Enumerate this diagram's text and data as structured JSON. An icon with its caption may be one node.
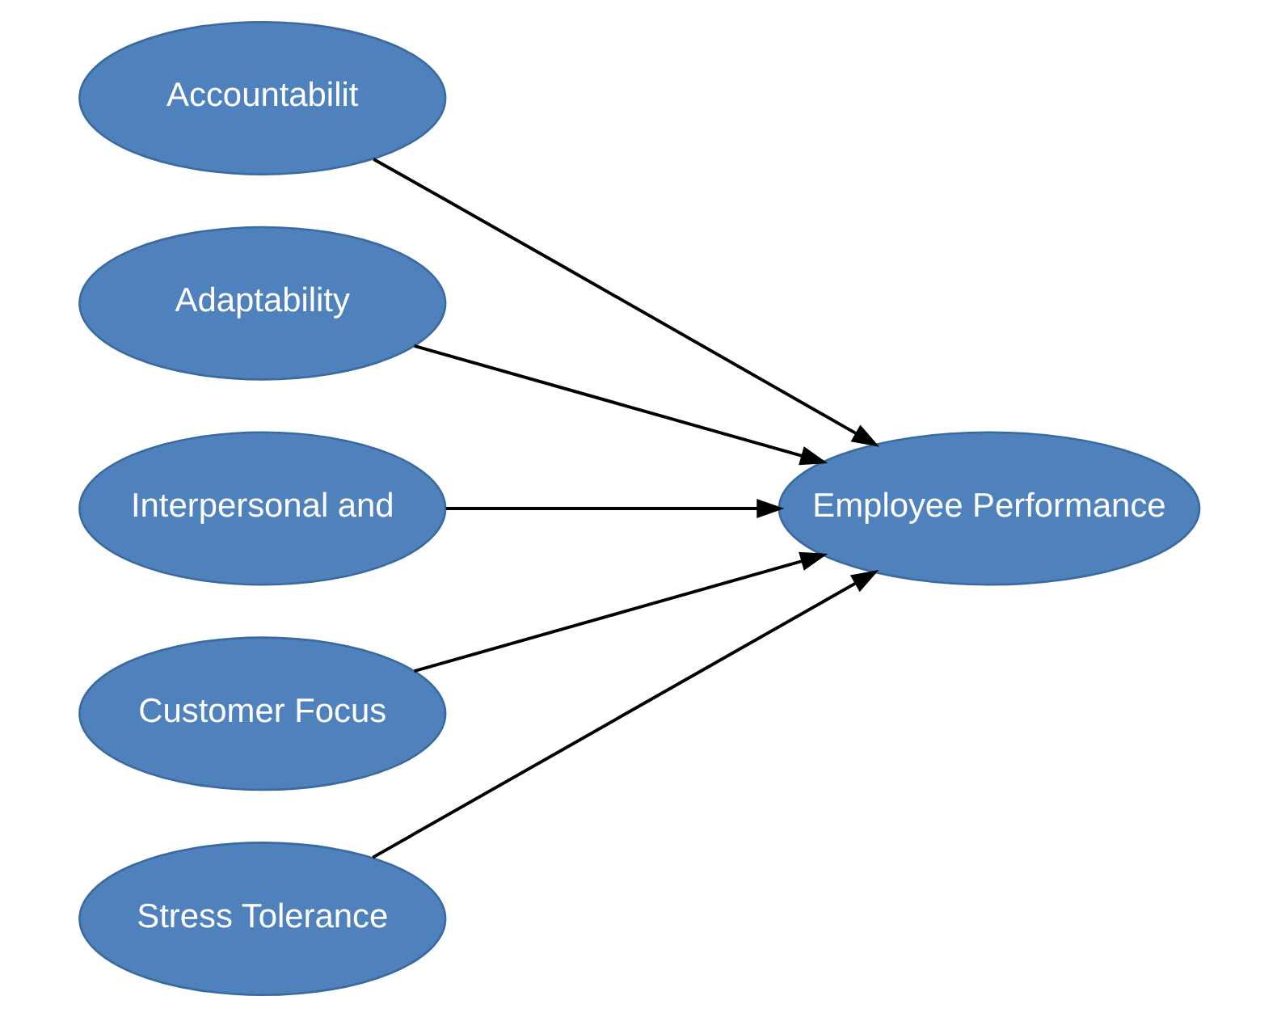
{
  "diagram": {
    "nodes": [
      {
        "text": [
          "Accountabilit"
        ]
      },
      {
        "text": [
          "Adaptability"
        ]
      },
      {
        "text": [
          "Interpersonal and"
        ]
      },
      {
        "text": [
          "Customer Focus"
        ]
      },
      {
        "text": [
          "Stress Tolerance"
        ]
      },
      {
        "text": [
          "Employee Performance"
        ]
      }
    ],
    "edges": [
      {
        "from": 0,
        "to": 5,
        "arrow": "to"
      },
      {
        "from": 1,
        "to": 5,
        "arrow": "to"
      },
      {
        "from": 2,
        "to": 5,
        "arrow": "to"
      },
      {
        "from": 3,
        "to": 5,
        "arrow": "to"
      },
      {
        "from": 4,
        "to": 5,
        "arrow": "to"
      }
    ]
  }
}
